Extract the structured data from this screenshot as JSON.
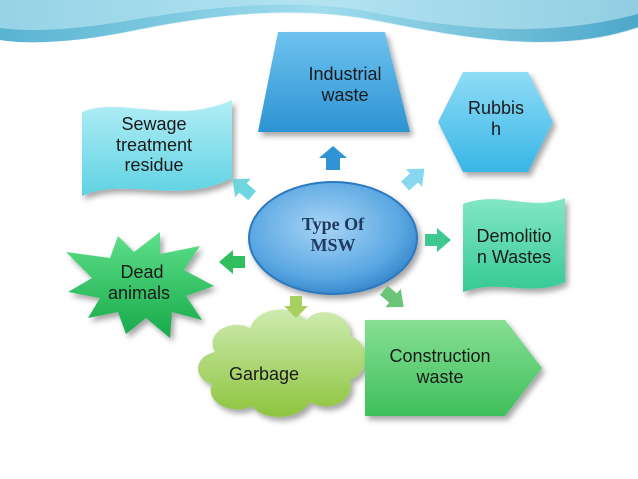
{
  "diagram": {
    "center": {
      "label_line1": "Type Of",
      "label_line2": "MSW"
    },
    "nodes": {
      "industrial": {
        "line1": "Industrial",
        "line2": "waste",
        "shape": "trapezoid",
        "color": "#45a6dd"
      },
      "rubbish": {
        "line1": "Rubbis",
        "line2": "h",
        "shape": "hexagon",
        "color": "#5cc6ee"
      },
      "demolition": {
        "line1": "Demolitio",
        "line2": "n Wastes",
        "shape": "wave",
        "color": "#4fd3a9"
      },
      "construction": {
        "line1": "Construction",
        "line2": "waste",
        "shape": "pentagon-arrow",
        "color": "#54c86a"
      },
      "garbage": {
        "line1": "Garbage",
        "shape": "cloud",
        "color": "#a8d45c"
      },
      "dead_animals": {
        "line1": "Dead",
        "line2": "animals",
        "shape": "explosion",
        "color": "#2fc05e"
      },
      "sewage": {
        "line1": "Sewage",
        "line2": "treatment",
        "line3": "residue",
        "shape": "wave",
        "color": "#74dbe9"
      }
    },
    "center_color": "#1d7fc7"
  }
}
